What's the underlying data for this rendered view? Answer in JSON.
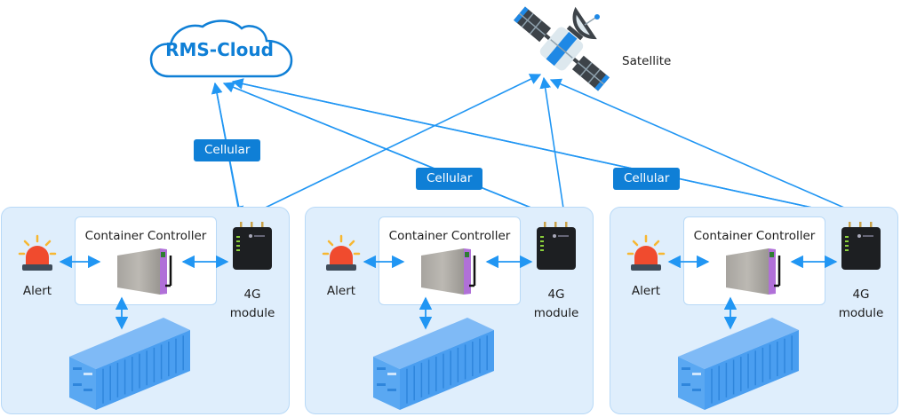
{
  "cloud": {
    "label": "RMS-Cloud",
    "icon": "cloud-icon"
  },
  "satellite": {
    "label": "Satellite",
    "icon": "satellite-icon"
  },
  "link_badges": [
    {
      "label": "Cellular"
    },
    {
      "label": "Cellular"
    },
    {
      "label": "Cellular"
    }
  ],
  "sites": [
    {
      "controller_title": "Container Controller",
      "alert_label": "Alert",
      "module_label_line1": "4G",
      "module_label_line2": "module"
    },
    {
      "controller_title": "Container Controller",
      "alert_label": "Alert",
      "module_label_line1": "4G",
      "module_label_line2": "module"
    },
    {
      "controller_title": "Container Controller",
      "alert_label": "Alert",
      "module_label_line1": "4G",
      "module_label_line2": "module"
    }
  ],
  "colors": {
    "accent": "#0f7fd6",
    "arrow": "#2196f3",
    "site_bg": "#dfeefc",
    "alert_red": "#f04b2e",
    "container_blue": "#4a9ef0"
  }
}
